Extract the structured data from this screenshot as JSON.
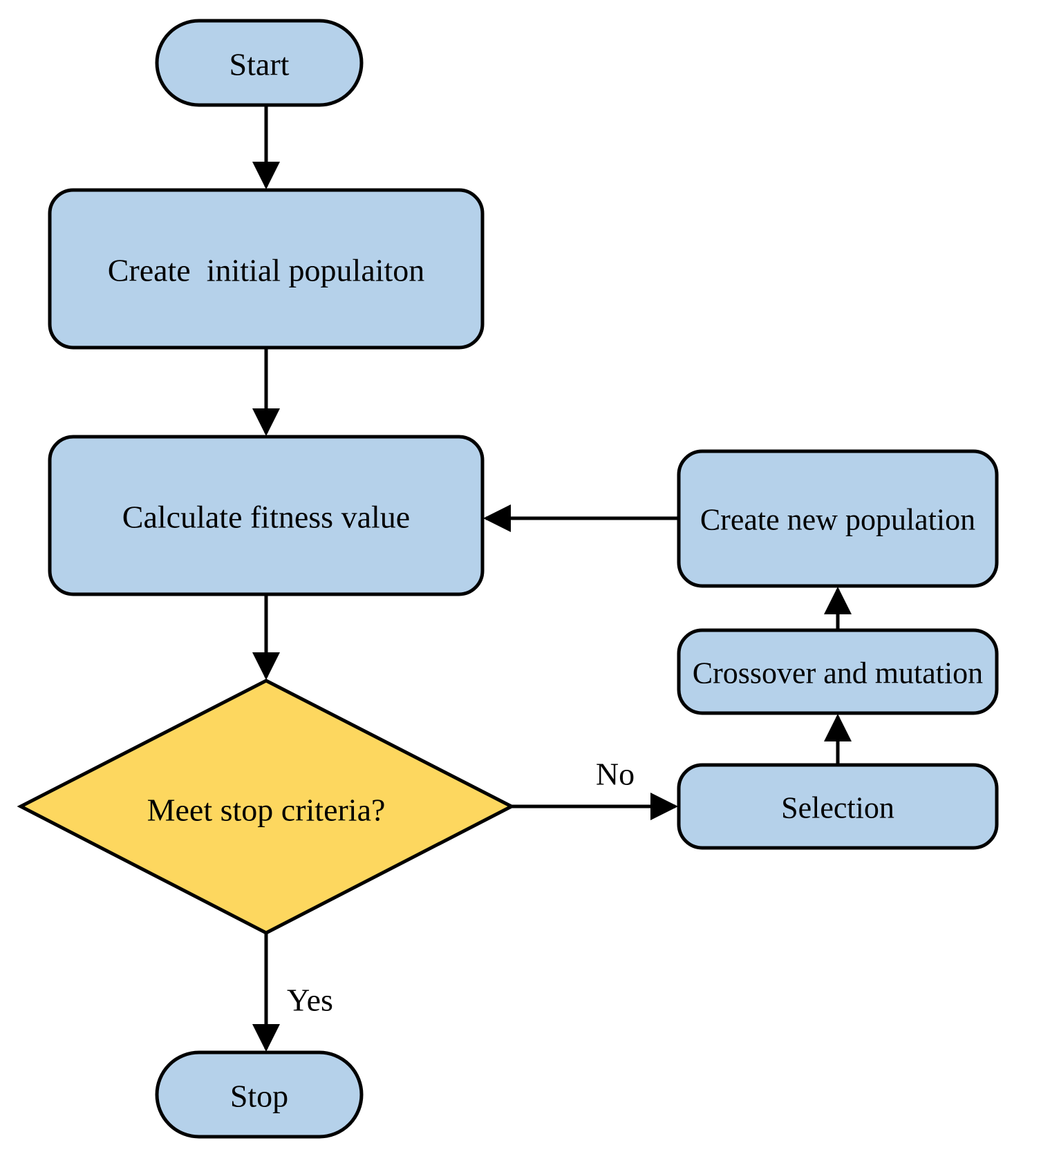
{
  "diagram": {
    "type": "flowchart",
    "colors": {
      "process_fill": "#B5D1EA",
      "decision_fill": "#FDD75F",
      "stroke": "#000000",
      "text": "#000000",
      "background": "#FFFFFF"
    },
    "nodes": {
      "start": {
        "label": "Start",
        "shape": "terminator"
      },
      "create_initial": {
        "label": "Create  initial populaiton",
        "shape": "process"
      },
      "calculate_fitness": {
        "label": "Calculate fitness value",
        "shape": "process"
      },
      "meet_stop": {
        "label": "Meet stop criteria?",
        "shape": "decision"
      },
      "stop": {
        "label": "Stop",
        "shape": "terminator"
      },
      "selection": {
        "label": "Selection",
        "shape": "process"
      },
      "crossover": {
        "label": "Crossover and mutation",
        "shape": "process"
      },
      "create_new": {
        "label": "Create new population",
        "shape": "process"
      }
    },
    "edges": {
      "list": [
        {
          "from": "start",
          "to": "create_initial",
          "label": ""
        },
        {
          "from": "create_initial",
          "to": "calculate_fitness",
          "label": ""
        },
        {
          "from": "calculate_fitness",
          "to": "meet_stop",
          "label": ""
        },
        {
          "from": "meet_stop",
          "to": "stop",
          "label": "Yes"
        },
        {
          "from": "meet_stop",
          "to": "selection",
          "label": "No"
        },
        {
          "from": "selection",
          "to": "crossover",
          "label": ""
        },
        {
          "from": "crossover",
          "to": "create_new",
          "label": ""
        },
        {
          "from": "create_new",
          "to": "calculate_fitness",
          "label": ""
        }
      ]
    }
  }
}
